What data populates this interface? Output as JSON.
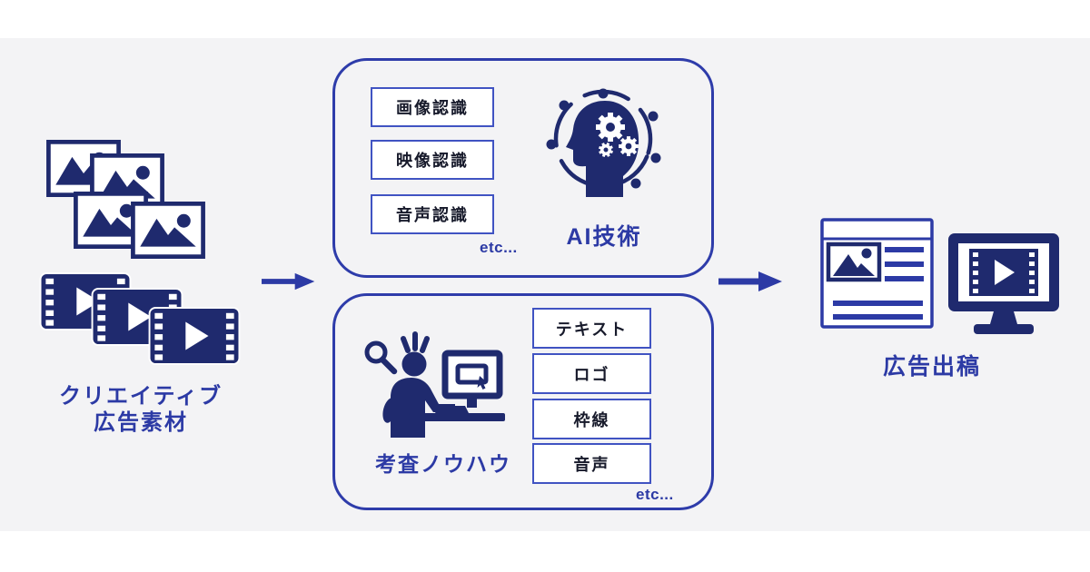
{
  "colors": {
    "navy_icon": "#1f2a6e",
    "blue_accent": "#2c3aa5",
    "box_border": "#4053c2",
    "background_gray": "#f3f3f5",
    "background_white": "#ffffff",
    "box_text_dark": "#171a2b"
  },
  "left_group": {
    "label_line1": "クリエイティブ",
    "label_line2": "広告素材",
    "icons": [
      "photo-stack",
      "film-strip-stack"
    ]
  },
  "ai_section": {
    "boxes": [
      "画像認識",
      "映像認識",
      "音声認識"
    ],
    "etc_label": "etc...",
    "title": "AI技術",
    "icon": "ai-head-gears"
  },
  "review_section": {
    "boxes": [
      "テキスト",
      "ロゴ",
      "枠線",
      "音声"
    ],
    "etc_label": "etc...",
    "title": "考査ノウハウ",
    "icon": "reviewer-at-computer"
  },
  "output_group": {
    "title": "広告出稿",
    "icons": [
      "article-ad-page",
      "video-monitor"
    ]
  }
}
